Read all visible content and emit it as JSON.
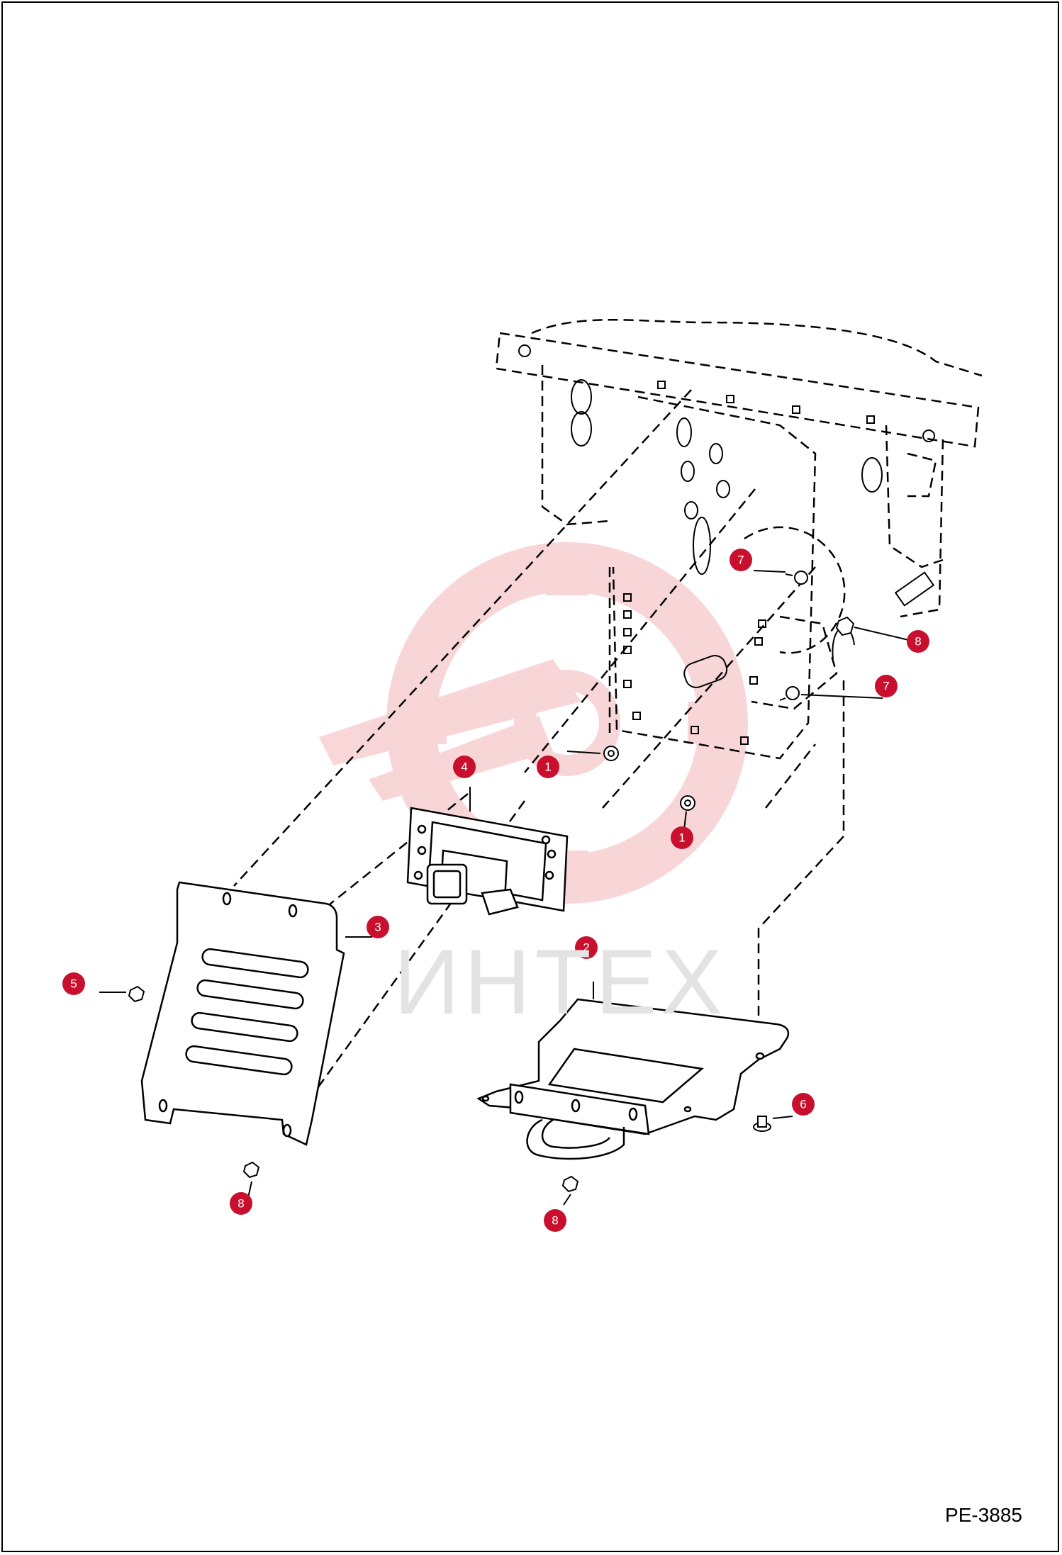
{
  "figure_code": "PE-3885",
  "watermark": {
    "text": "ИНТЕХ"
  },
  "colors": {
    "callout": "#c8102e",
    "watermark": "#f4b6b8",
    "line": "#000000"
  },
  "callouts": [
    {
      "id": "c-7-top",
      "label": "7"
    },
    {
      "id": "c-8-right",
      "label": "8"
    },
    {
      "id": "c-7-mid",
      "label": "7"
    },
    {
      "id": "c-4",
      "label": "4"
    },
    {
      "id": "c-1-left",
      "label": "1"
    },
    {
      "id": "c-1-right",
      "label": "1"
    },
    {
      "id": "c-3",
      "label": "3"
    },
    {
      "id": "c-2",
      "label": "2"
    },
    {
      "id": "c-5",
      "label": "5"
    },
    {
      "id": "c-6",
      "label": "6"
    },
    {
      "id": "c-8-left",
      "label": "8"
    },
    {
      "id": "c-8-bottom",
      "label": "8"
    }
  ]
}
